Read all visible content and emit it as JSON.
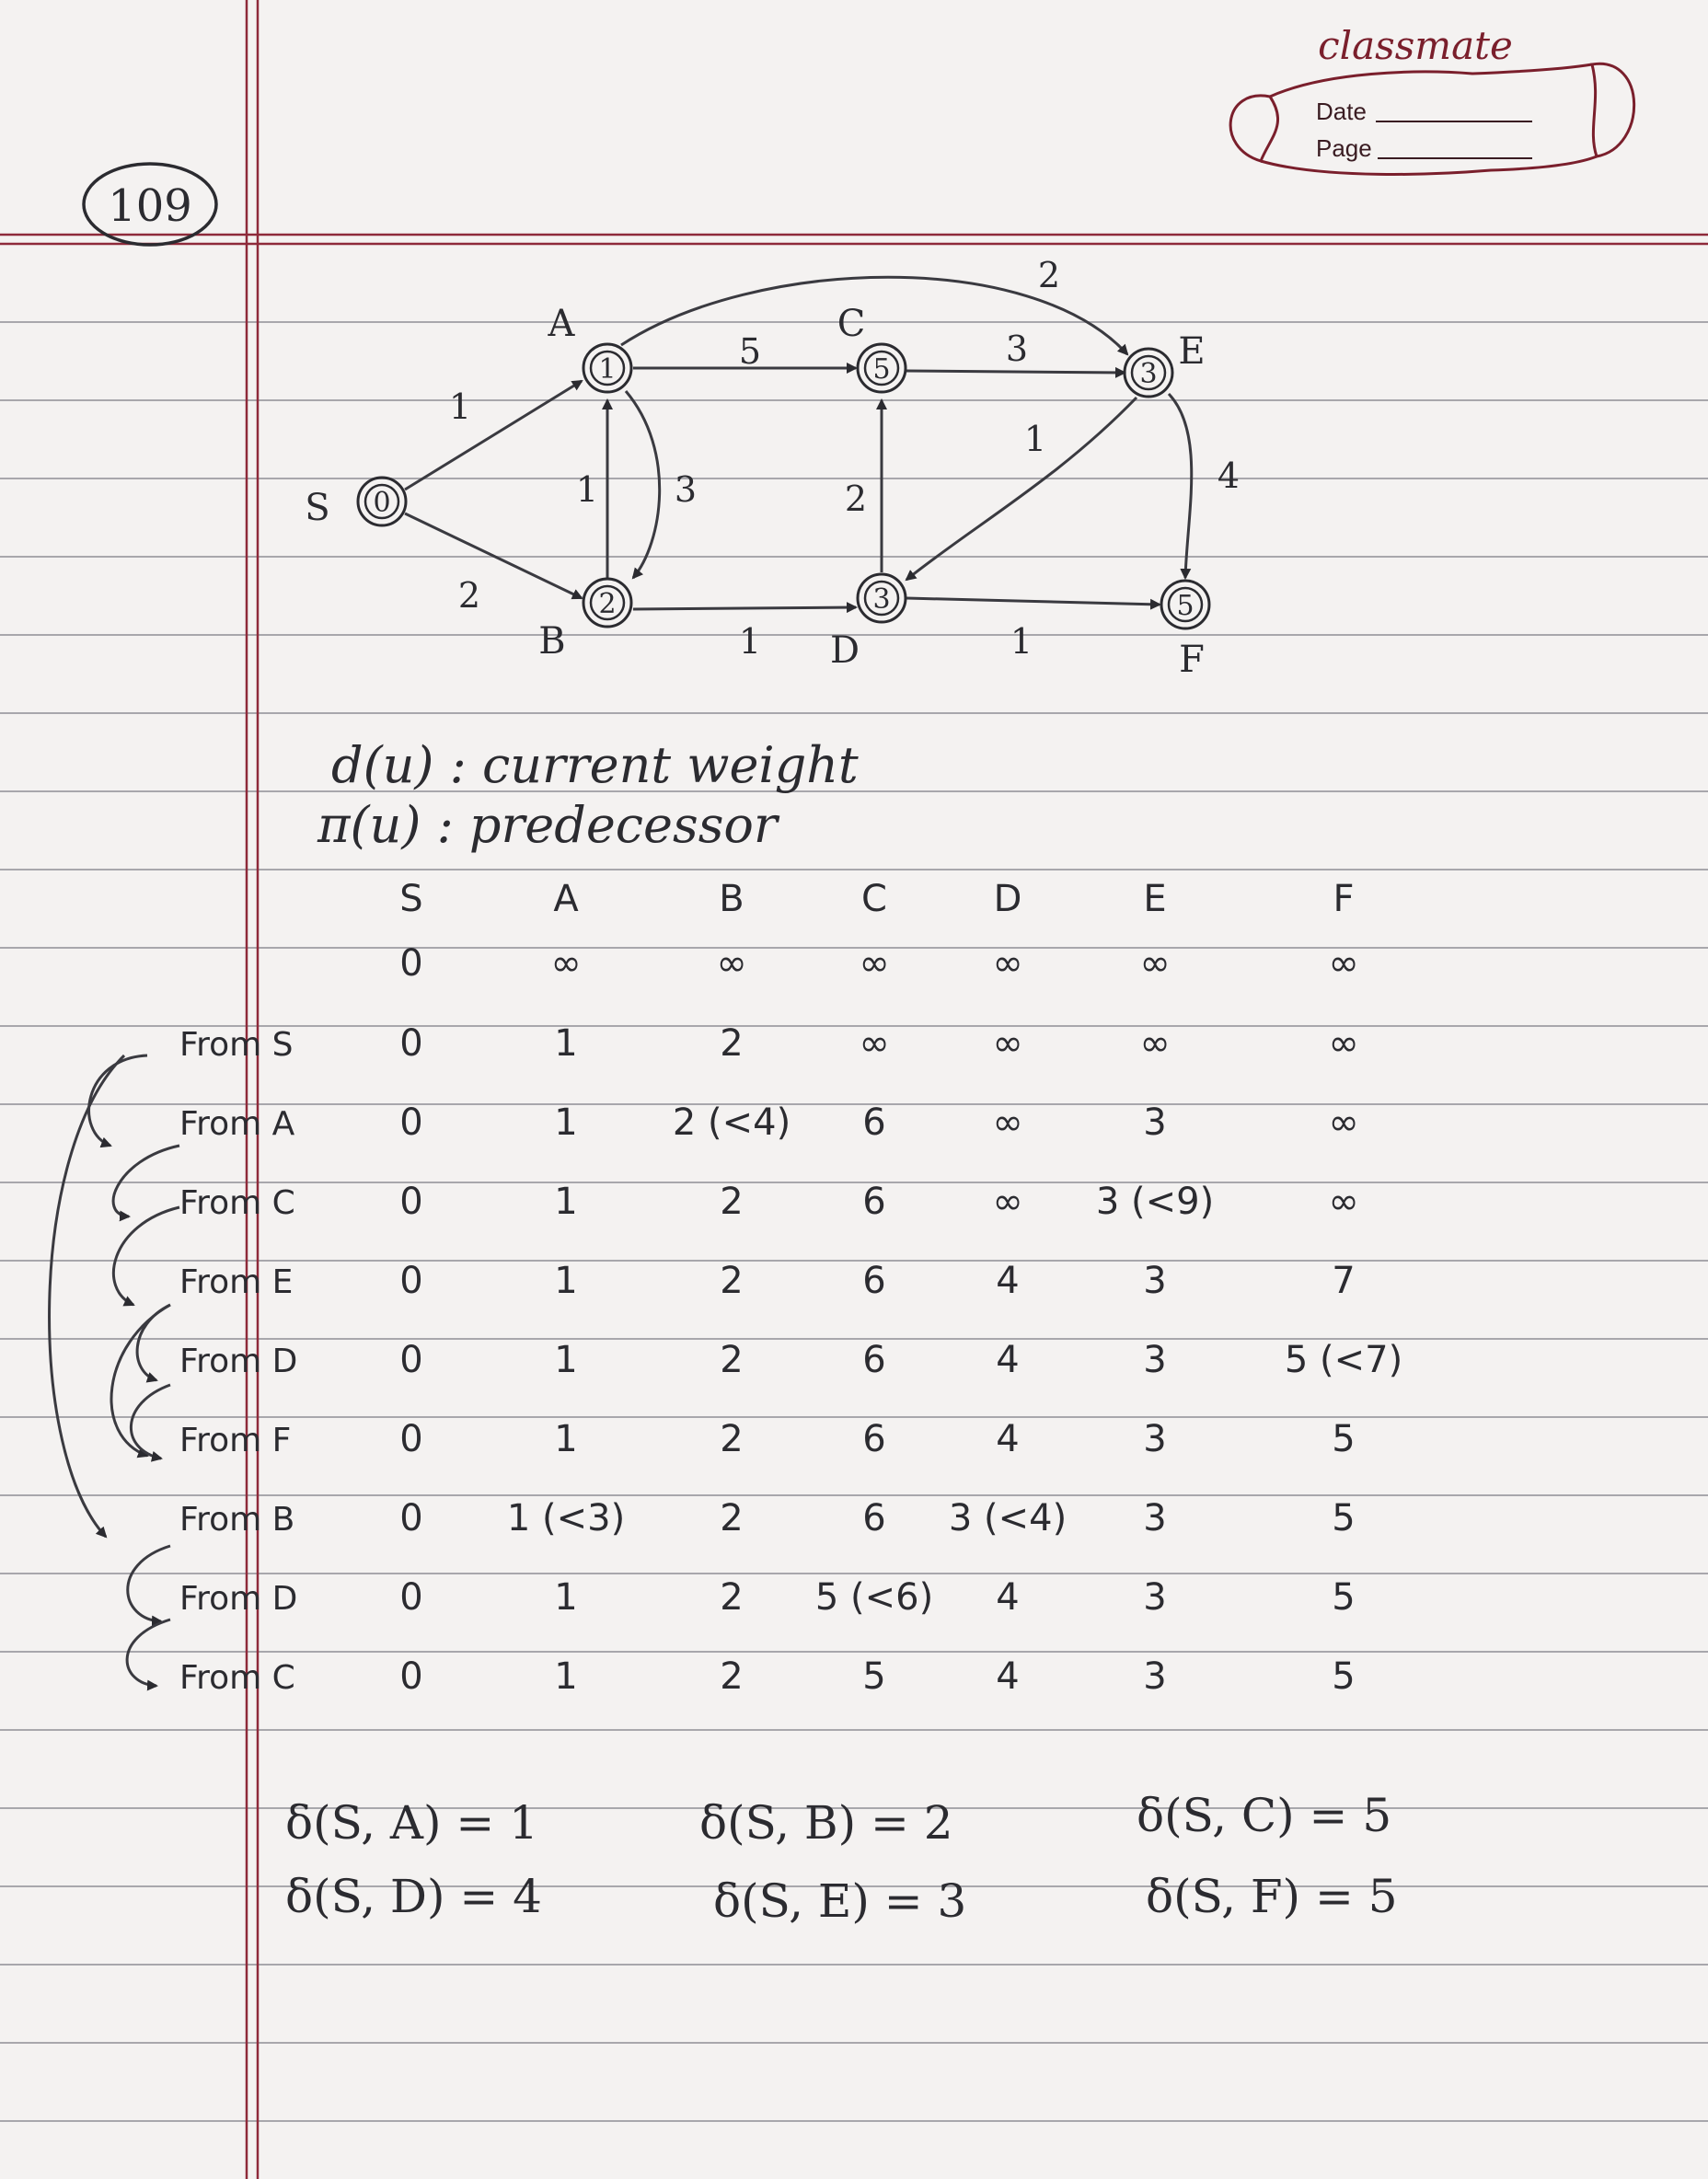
{
  "header": {
    "page_number": "109",
    "brand": "classmate",
    "date_label": "Date",
    "page_label": "Page"
  },
  "graph": {
    "nodes": [
      {
        "name": "S",
        "value": "0"
      },
      {
        "name": "A",
        "value": "1"
      },
      {
        "name": "B",
        "value": "2"
      },
      {
        "name": "C",
        "value": "5"
      },
      {
        "name": "D",
        "value": "3"
      },
      {
        "name": "E",
        "value": "3"
      },
      {
        "name": "F",
        "value": "5"
      }
    ],
    "edges": [
      {
        "from": "S",
        "to": "A",
        "weight": "1"
      },
      {
        "from": "S",
        "to": "B",
        "weight": "2"
      },
      {
        "from": "A",
        "to": "C",
        "weight": "5"
      },
      {
        "from": "A",
        "to": "E",
        "weight": "2"
      },
      {
        "from": "A",
        "to": "B",
        "weight": "3"
      },
      {
        "from": "B",
        "to": "A",
        "weight": "1"
      },
      {
        "from": "C",
        "to": "E",
        "weight": "3"
      },
      {
        "from": "D",
        "to": "C",
        "weight": "2"
      },
      {
        "from": "E",
        "to": "D",
        "weight": "1"
      },
      {
        "from": "E",
        "to": "F",
        "weight": "4"
      },
      {
        "from": "B",
        "to": "D",
        "weight": "1"
      },
      {
        "from": "D",
        "to": "F",
        "weight": "1"
      }
    ]
  },
  "definitions": {
    "line1": "d(u) : current weight",
    "line2": "π(u) : predecessor"
  },
  "table": {
    "columns": [
      "S",
      "A",
      "B",
      "C",
      "D",
      "E",
      "F"
    ],
    "initial": [
      "0",
      "∞",
      "∞",
      "∞",
      "∞",
      "∞",
      "∞"
    ],
    "rows": [
      {
        "label": "From S",
        "cells": [
          "0",
          "1",
          "2",
          "∞",
          "∞",
          "∞",
          "∞"
        ]
      },
      {
        "label": "From A",
        "cells": [
          "0",
          "1",
          "2 (<4)",
          "6",
          "∞",
          "3",
          "∞"
        ]
      },
      {
        "label": "From C",
        "cells": [
          "0",
          "1",
          "2",
          "6",
          "∞",
          "3 (<9)",
          "∞"
        ]
      },
      {
        "label": "From E",
        "cells": [
          "0",
          "1",
          "2",
          "6",
          "4",
          "3",
          "7"
        ]
      },
      {
        "label": "From D",
        "cells": [
          "0",
          "1",
          "2",
          "6",
          "4",
          "3",
          "5 (<7)"
        ]
      },
      {
        "label": "From F",
        "cells": [
          "0",
          "1",
          "2",
          "6",
          "4",
          "3",
          "5"
        ]
      },
      {
        "label": "From B",
        "cells": [
          "0",
          "1 (<3)",
          "2",
          "6",
          "3 (<4)",
          "3",
          "5"
        ]
      },
      {
        "label": "From D",
        "cells": [
          "0",
          "1",
          "2",
          "5 (<6)",
          "4",
          "3",
          "5"
        ]
      },
      {
        "label": "From C",
        "cells": [
          "0",
          "1",
          "2",
          "5",
          "4",
          "3",
          "5"
        ]
      }
    ]
  },
  "results": [
    "δ(S, A) = 1",
    "δ(S, B) = 2",
    "δ(S, C) = 5",
    "δ(S, D) = 4",
    "δ(S, E) = 3",
    "δ(S, F) = 5"
  ]
}
